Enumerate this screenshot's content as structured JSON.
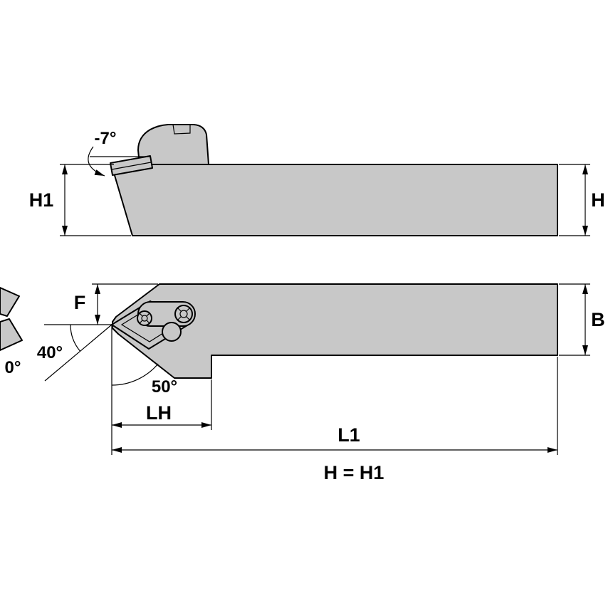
{
  "colors": {
    "part_fill": "#c8c8c8",
    "line": "#000000",
    "background": "#ffffff"
  },
  "top_view": {
    "rake_angle": "-7°",
    "height_left": "H1",
    "height_right": "H"
  },
  "bottom_view": {
    "tip_offset": "F",
    "shank_width": "B",
    "end_angle": "40°",
    "inclination_angle": "0°",
    "lead_angle": "50°",
    "head_length": "LH",
    "overall_length": "L1"
  },
  "footnote": "H = H1"
}
